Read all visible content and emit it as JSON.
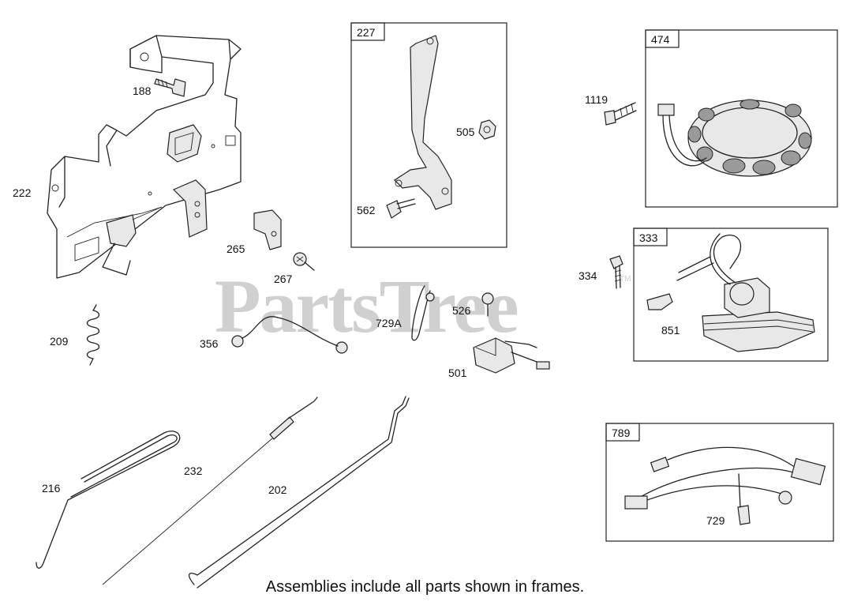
{
  "watermark": {
    "text": "PartsTree",
    "trademark": "TM"
  },
  "footer": "Assemblies include all parts shown in frames.",
  "frames": [
    {
      "id": "227"
    },
    {
      "id": "474"
    },
    {
      "id": "333"
    },
    {
      "id": "789"
    }
  ],
  "callouts": {
    "p188": "188",
    "p222": "222",
    "p209": "209",
    "p265": "265",
    "p267": "267",
    "p356": "356",
    "p216": "216",
    "p232": "232",
    "p202": "202",
    "p505": "505",
    "p562": "562",
    "p729A": "729A",
    "p526": "526",
    "p501": "501",
    "p1119": "1119",
    "p334": "334",
    "p851": "851",
    "p729": "729"
  }
}
